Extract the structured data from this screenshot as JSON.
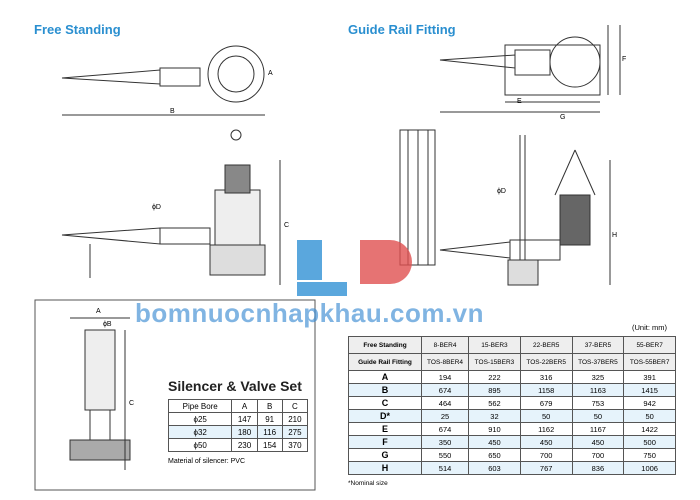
{
  "titles": {
    "free_standing": "Free Standing",
    "guide_rail": "Guide Rail Fitting"
  },
  "dim_labels": {
    "A": "A",
    "B": "B",
    "C": "C",
    "D": "ϕD",
    "E": "E",
    "F": "F",
    "G": "G",
    "H": "H",
    "silencer_A": "A",
    "silencer_B": "ϕB",
    "silencer_C": "C"
  },
  "watermark": "bomnuocnhapkhau.com.vn",
  "silencer": {
    "title": "Silencer & Valve Set",
    "headers": [
      "Pipe Bore",
      "A",
      "B",
      "C"
    ],
    "rows": [
      [
        "ϕ25",
        "147",
        "91",
        "210"
      ],
      [
        "ϕ32",
        "180",
        "116",
        "275"
      ],
      [
        "ϕ50",
        "230",
        "154",
        "370"
      ]
    ],
    "note": "Material of silencer: PVC"
  },
  "spec": {
    "unit": "(Unit: mm)",
    "header_rows": [
      [
        "Free Standing",
        "8-BER4",
        "15-BER3",
        "22-BER5",
        "37-BER5",
        "55-BER7"
      ],
      [
        "Guide Rail Fitting",
        "TOS-8BER4",
        "TOS-15BER3",
        "TOS-22BER5",
        "TOS-37BER5",
        "TOS-55BER7"
      ]
    ],
    "rows": [
      [
        "A",
        "194",
        "222",
        "316",
        "325",
        "391"
      ],
      [
        "B",
        "674",
        "895",
        "1158",
        "1163",
        "1415"
      ],
      [
        "C",
        "464",
        "562",
        "679",
        "753",
        "942"
      ],
      [
        "D*",
        "25",
        "32",
        "50",
        "50",
        "50"
      ],
      [
        "E",
        "674",
        "910",
        "1162",
        "1167",
        "1422"
      ],
      [
        "F",
        "350",
        "450",
        "450",
        "450",
        "500"
      ],
      [
        "G",
        "550",
        "650",
        "700",
        "700",
        "750"
      ],
      [
        "H",
        "514",
        "603",
        "767",
        "836",
        "1006"
      ]
    ],
    "note": "*Nominal size"
  }
}
